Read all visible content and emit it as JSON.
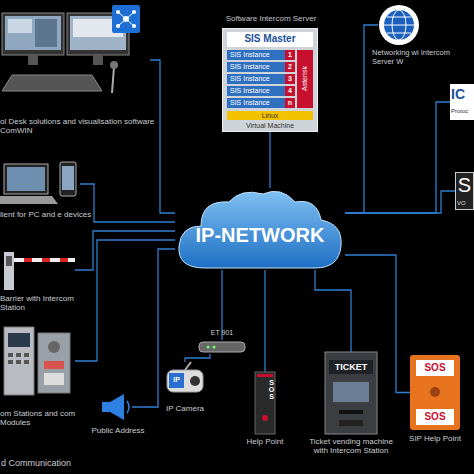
{
  "diagram": {
    "nodes": [
      {
        "text": [
          "Software Intercom Server",
          "Virtual Machine"
        ]
      },
      {
        "text": [
          "SIS Master"
        ],
        "in": 0
      },
      {
        "text": [
          "SIS Instance",
          "1"
        ],
        "in": 0
      },
      {
        "text": [
          "SIS Instance",
          "2"
        ],
        "in": 0
      },
      {
        "text": [
          "SIS Instance",
          "3"
        ],
        "in": 0
      },
      {
        "text": [
          "SIS Instance",
          "4"
        ],
        "in": 0
      },
      {
        "text": [
          "SIS Instance",
          "n"
        ],
        "in": 0
      },
      {
        "text": [
          "Asterisk"
        ],
        "in": 0
      },
      {
        "text": [
          "Linux"
        ],
        "in": 0
      },
      {
        "text": [
          "IP-NETWORK"
        ]
      },
      {
        "text": [
          "ol Desk solutions and visualisation software ComWIN"
        ]
      },
      {
        "text": [
          "lient for PC and e devices"
        ]
      },
      {
        "text": [
          "Barrier with Intercom Station"
        ]
      },
      {
        "text": [
          "om Stations and com Modules"
        ]
      },
      {
        "text": [
          "Public Address"
        ]
      },
      {
        "text": [
          "ET 901"
        ]
      },
      {
        "text": [
          "IP",
          "IP Camera"
        ]
      },
      {
        "text": [
          "SOS",
          "Help Point"
        ]
      },
      {
        "text": [
          "TICKET",
          "Ticket vending machine with Intercom Station"
        ]
      },
      {
        "text": [
          "SOS",
          "SOS",
          "SIP Help Point"
        ]
      },
      {
        "text": [
          "Networking wi Intercom Server W"
        ]
      },
      {
        "text": [
          "IC",
          "Protoc"
        ]
      },
      {
        "text": [
          "S",
          "VO"
        ]
      }
    ],
    "edges": [
      {
        "from": 9,
        "to": 0,
        "arrow": "none"
      },
      {
        "from": 9,
        "to": 10,
        "arrow": "none"
      },
      {
        "from": 9,
        "to": 11,
        "arrow": "none"
      },
      {
        "from": 9,
        "to": 12,
        "arrow": "none"
      },
      {
        "from": 9,
        "to": 13,
        "arrow": "none"
      },
      {
        "from": 9,
        "to": 14,
        "arrow": "none"
      },
      {
        "from": 9,
        "to": 15,
        "arrow": "none"
      },
      {
        "from": 15,
        "to": 16,
        "arrow": "none"
      },
      {
        "from": 9,
        "to": 17,
        "arrow": "none"
      },
      {
        "from": 9,
        "to": 18,
        "arrow": "none"
      },
      {
        "from": 9,
        "to": 19,
        "arrow": "none"
      },
      {
        "from": 9,
        "to": 20,
        "arrow": "none"
      },
      {
        "from": 9,
        "to": 21,
        "arrow": "none"
      },
      {
        "from": 9,
        "to": 22,
        "arrow": "none"
      }
    ],
    "labels": [
      "d Communication"
    ]
  }
}
